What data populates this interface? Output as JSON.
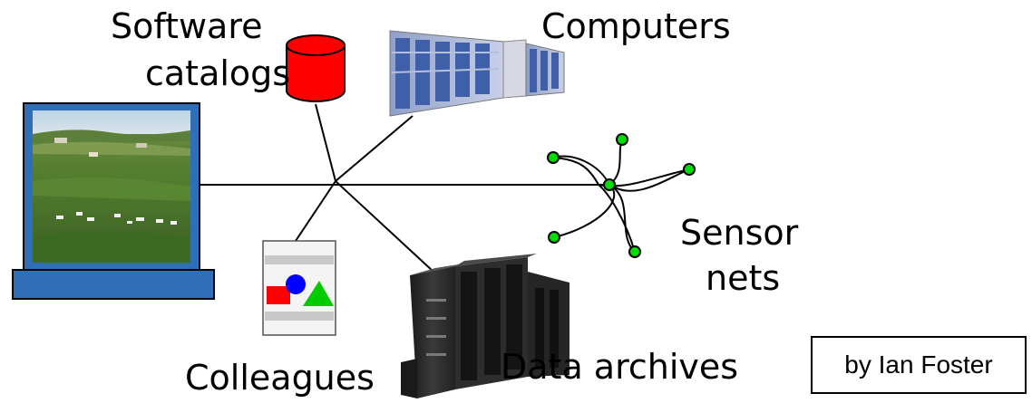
{
  "labels": {
    "software_line1": "Software",
    "software_line2": "catalogs",
    "computers": "Computers",
    "sensor_line1": "Sensor",
    "sensor_line2": "nets",
    "colleagues": "Colleagues",
    "data_archives": "Data archives"
  },
  "credit": "by Ian Foster",
  "icons": {
    "laptop": "laptop-icon",
    "database": "database-cylinder-icon",
    "computers": "supercomputer-rack-icon",
    "colleagues": "shared-document-shapes-icon",
    "archives": "storage-rack-icon",
    "sensors": "sensor-node-icon"
  },
  "colors": {
    "database_red": "#ff0000",
    "laptop_blue": "#2e6fb8",
    "sensor_green": "#00dd00",
    "shape_red": "#ff0000",
    "shape_blue": "#0000ff",
    "shape_green": "#00cc00"
  }
}
